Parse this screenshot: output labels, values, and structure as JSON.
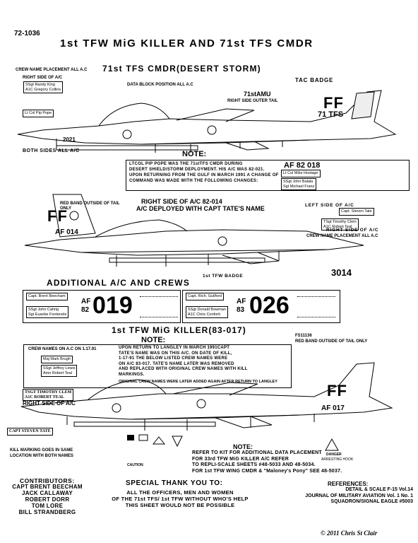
{
  "sheet_number": "72-1036",
  "main_title": "1st TFW MiG KILLER AND 71st TFS CMDR",
  "section1": {
    "title": "71st TFS CMDR(DESERT STORM)",
    "crew_placement": "CREW NAME PLACEMENT ALL A.C",
    "right_side": "RIGHT SIDE OF A/C",
    "crew_box_lines": [
      "SSgt Randy King",
      "A1C Gregory Collins"
    ],
    "ltcol_box": "Lt Col Pip Pope",
    "data_block": "DATA BLOCK POSITION ALL A.C",
    "tac_badge": "TAC BADGE",
    "amu": "71stAMU",
    "right_side_tail": "RIGHT SIDE OUTER TAIL",
    "tail_code": "FF",
    "tail_unit": "71 TFS",
    "nose_number": "2021",
    "both_sides": "BOTH SIDES ALL A/C",
    "note_title": "NOTE:",
    "note_lines": [
      "LTCOL PIP POPE WAS THE 71stTFS CMDR DURING",
      "DESERT SHIELD/STORM DEPLOYMENT.  HIS A/C WAS 82-021.",
      "UPON RETURNING FROM THE GULF IN MARCH 1991 A CHANGE OF",
      "COMMAND WAS MADE WITH THE FOLLOWING CHANGES:"
    ],
    "serial_box": "AF 82 018",
    "serial_crew": "Lt Col Mike Hostage",
    "crew_box2_lines": [
      "SSgt John Balala",
      "Sgt Michael Franz"
    ]
  },
  "section2": {
    "right_side_title": "RIGHT SIDE OF A/C 82-014",
    "deployed": "A/C DEPLOYED WITH CAPT TATE'S NAME",
    "red_band": "RED BAND OUTSIDE OF TAIL ONLY",
    "left_side": "LEFT SIDE OF A/C",
    "capt_box": "Capt. Steven Tate",
    "tsgt_box_lines": [
      "TSgt Timothy Clem",
      "A1C Robert Teal"
    ],
    "right_side_all": "RIGHT SIDE OF A/C",
    "crew_name_all": "CREW NAME PLACEMENT ALL A.C",
    "badge": "1st TFW BADGE",
    "tail_code": "FF",
    "tail_serial": "AF 014",
    "nose_number": "3014"
  },
  "section3": {
    "title": "ADDITIONAL A/C AND CREWS",
    "left": {
      "pilot": "Capt. Brent Beecham",
      "crew_lines": [
        "SSgt John Cahrig",
        "Sgt Eusebe Fontenele"
      ],
      "af": "AF",
      "year": "82",
      "serial": "019"
    },
    "right": {
      "pilot": "Capt. Rich. Guilford",
      "crew_lines": [
        "SSgt Donald Bowman",
        "A1C Chris Conforti"
      ],
      "af": "AF",
      "year": "83",
      "serial": "026"
    }
  },
  "section4": {
    "title": "1st TFW MiG KILLER(83-017)",
    "fs": "FS11136",
    "red_band": "RED BAND OUTSIDE OF TAIL ONLY",
    "note_title": "NOTE:",
    "crew_names_label": "CREW NAMES ON A.C ON 1.17.91",
    "crew_box1": "Maj Mark Brugh",
    "crew_box2_lines": [
      "SSgt Jeffrey Lewis",
      "Amn Robert Teal"
    ],
    "note_lines": [
      "UPON RETURN TO LANGLEY IN MARCH 1991CAPT",
      "TATE'S NAME WAS ON THIS A/C.  ON DATE OF KILL,",
      "1-17-91  THE BELOW LISTED CREW NAMES WERE",
      "ON A/C 83-017.  TATE'S NAME LATER WAS REMOVED",
      "AND REPLACED WITH ORIGINAL CREW NAMES WITH KILL",
      "MARKINGS."
    ],
    "note_footer": "ORIGINAL CREW NAMES WERE LATER ADDED AGAIN AFTER RETURN TO LANGLEY",
    "tsgt_box_lines": [
      "TSGT TIMOTHY CLEM",
      "A1C ROBERT TEAL"
    ],
    "right_side": "RIGHT SIDE OF A/C",
    "capt_box": "CAPT  STEVEN  TATE",
    "kill_marking": [
      "KILL MARKING GOES IN SAME",
      "LOCATION WITH BOTH NAMES"
    ],
    "tail_code": "FF",
    "tail_serial": "AF 017",
    "danger": "DANGER",
    "caution": "CAUTION",
    "arresting": "ARRESTING HOOK"
  },
  "bottom": {
    "note_title": "NOTE:",
    "note_lines": [
      "REFER TO KIT FOR ADDITIONAL DATA PLACEMENT",
      "FOR 33rd TFW MiG KILLER A/C REFER",
      "TO REPLI-SCALE SHEETS #48-5033 AND 48-5034.",
      "FOR 1st TFW WING CMDR & \"Maloney's Pony\" SEE 48-5037."
    ],
    "contributors_title": "CONTRIBUTORS:",
    "contributors": [
      "CAPT BRENT BEECHAM",
      "JACK CALLAWAY",
      "ROBERT DORR",
      "TOM LORE",
      "BILL STRANDBERG"
    ],
    "thanks_title": "SPECIAL THANK YOU TO:",
    "thanks_lines": [
      "ALL THE OFFICERS, MEN AND WOMEN",
      "OF THE 71st TFS/ 1st TFW WITHOUT WHO'S HELP",
      "THIS SHEET WOULD NOT BE POSSIBLE"
    ],
    "references_title": "REFERENCES:",
    "references": [
      "DETAIL & SCALE F-15 Vol.14",
      "JOURNAL OF MILITARY AVIATION Vol. 1  No. 1",
      "SQUADRON/SIGNAL EAGLE #5003"
    ],
    "copyright": "© 2011 Chris St Clair"
  }
}
